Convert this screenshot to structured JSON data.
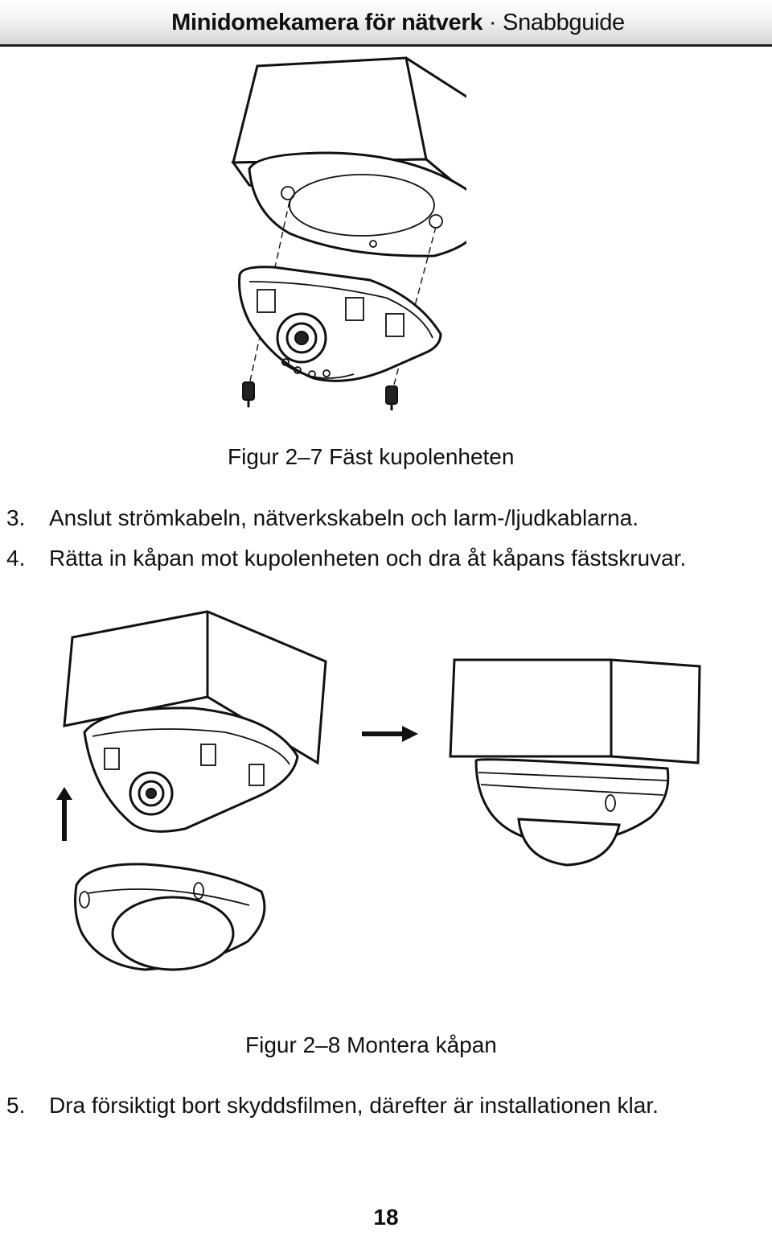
{
  "header": {
    "title_bold": "Minidomekamera för nätverk",
    "separator": " · ",
    "title_light": "Snabbguide"
  },
  "figure1": {
    "caption": "Figur 2–7 Fäst kupolenheten"
  },
  "steps": [
    {
      "num": "3.",
      "text": "Anslut strömkabeln, nätverkskabeln och larm-/ljudkablarna."
    },
    {
      "num": "4.",
      "text": "Rätta in kåpan mot kupolenheten och dra åt kåpans fästskruvar."
    },
    {
      "num": "5.",
      "text": "Dra försiktigt bort skyddsfilmen, därefter är installationen klar."
    }
  ],
  "figure2": {
    "caption": "Figur 2–8 Montera kåpan"
  },
  "footer": {
    "page_number": "18"
  },
  "icons": [
    "arrow-right-icon",
    "arrow-up-icon",
    "screw-icon"
  ]
}
